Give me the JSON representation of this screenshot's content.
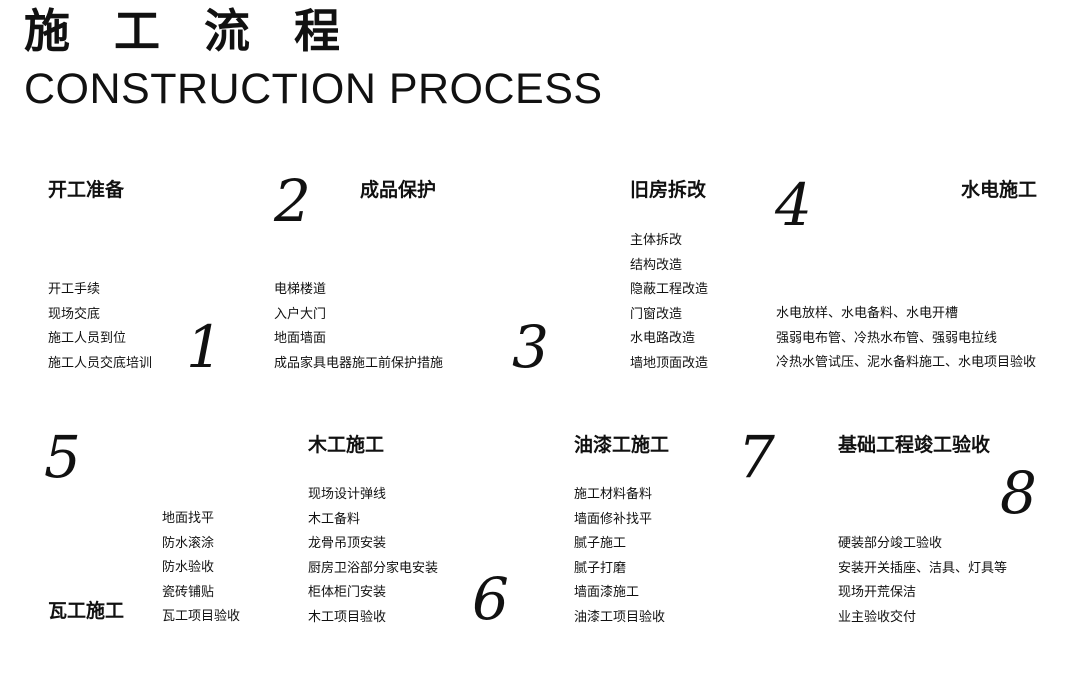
{
  "header": {
    "title_cn": "施 工 流 程",
    "title_en": "CONSTRUCTION PROCESS"
  },
  "steps": [
    {
      "number": "1",
      "title": "开工准备",
      "items": [
        "开工手续",
        "现场交底",
        "施工人员到位",
        "施工人员交底培训"
      ]
    },
    {
      "number": "2",
      "title": "成品保护",
      "items": [
        "电梯楼道",
        "入户大门",
        "地面墙面",
        "成品家具电器施工前保护措施"
      ]
    },
    {
      "number": "3",
      "title": "旧房拆改",
      "items": [
        "主体拆改",
        "结构改造",
        "隐蔽工程改造",
        "门窗改造",
        "水电路改造",
        "墙地顶面改造"
      ]
    },
    {
      "number": "4",
      "title": "水电施工",
      "items": [
        "水电放样、水电备料、水电开槽",
        "强弱电布管、冷热水布管、强弱电拉线",
        "冷热水管试压、泥水备料施工、水电项目验收"
      ]
    },
    {
      "number": "5",
      "title": "瓦工施工",
      "items": [
        "地面找平",
        "防水滚涂",
        "防水验收",
        "瓷砖铺贴",
        "瓦工项目验收"
      ]
    },
    {
      "number": "6",
      "title": "木工施工",
      "items": [
        "现场设计弹线",
        "木工备料",
        "龙骨吊顶安装",
        "厨房卫浴部分家电安装",
        "柜体柜门安装",
        "木工项目验收"
      ]
    },
    {
      "number": "7",
      "title": "油漆工施工",
      "items": [
        "施工材料备料",
        "墙面修补找平",
        "腻子施工",
        "腻子打磨",
        "墙面漆施工",
        "油漆工项目验收"
      ]
    },
    {
      "number": "8",
      "title": "基础工程竣工验收",
      "items": [
        "硬装部分竣工验收",
        "安装开关插座、洁具、灯具等",
        "现场开荒保洁",
        "业主验收交付"
      ]
    }
  ]
}
